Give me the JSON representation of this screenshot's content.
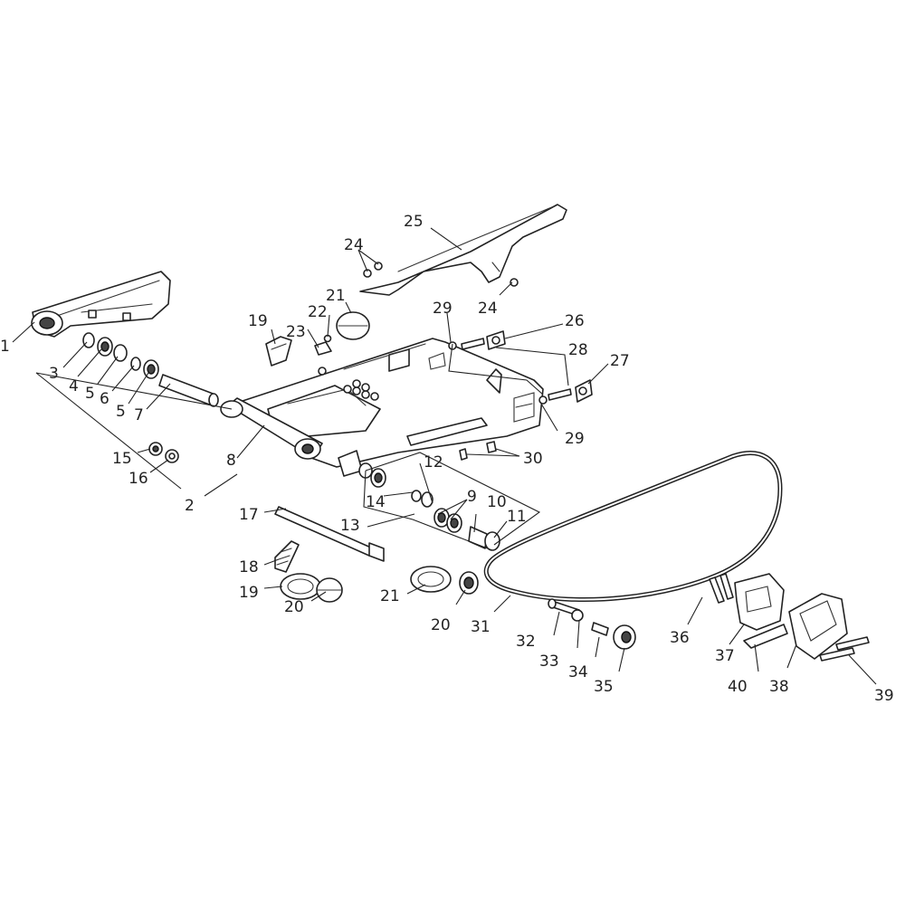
{
  "callouts": [
    {
      "id": "1",
      "text": "1"
    },
    {
      "id": "2",
      "text": "2"
    },
    {
      "id": "3",
      "text": "3"
    },
    {
      "id": "4",
      "text": "4"
    },
    {
      "id": "5a",
      "text": "5"
    },
    {
      "id": "5b",
      "text": "5"
    },
    {
      "id": "6",
      "text": "6"
    },
    {
      "id": "7",
      "text": "7"
    },
    {
      "id": "8",
      "text": "8"
    },
    {
      "id": "9",
      "text": "9"
    },
    {
      "id": "10",
      "text": "10"
    },
    {
      "id": "11",
      "text": "11"
    },
    {
      "id": "12",
      "text": "12"
    },
    {
      "id": "13",
      "text": "13"
    },
    {
      "id": "14",
      "text": "14"
    },
    {
      "id": "15",
      "text": "15"
    },
    {
      "id": "16",
      "text": "16"
    },
    {
      "id": "17",
      "text": "17"
    },
    {
      "id": "18",
      "text": "18"
    },
    {
      "id": "19a",
      "text": "19"
    },
    {
      "id": "19b",
      "text": "19"
    },
    {
      "id": "20a",
      "text": "20"
    },
    {
      "id": "20b",
      "text": "20"
    },
    {
      "id": "21a",
      "text": "21"
    },
    {
      "id": "21b",
      "text": "21"
    },
    {
      "id": "22",
      "text": "22"
    },
    {
      "id": "23",
      "text": "23"
    },
    {
      "id": "24a",
      "text": "24"
    },
    {
      "id": "24b",
      "text": "24"
    },
    {
      "id": "25",
      "text": "25"
    },
    {
      "id": "26",
      "text": "26"
    },
    {
      "id": "27",
      "text": "27"
    },
    {
      "id": "28",
      "text": "28"
    },
    {
      "id": "29a",
      "text": "29"
    },
    {
      "id": "29b",
      "text": "29"
    },
    {
      "id": "30",
      "text": "30"
    },
    {
      "id": "31",
      "text": "31"
    },
    {
      "id": "32",
      "text": "32"
    },
    {
      "id": "33",
      "text": "33"
    },
    {
      "id": "34",
      "text": "34"
    },
    {
      "id": "35",
      "text": "35"
    },
    {
      "id": "36",
      "text": "36"
    },
    {
      "id": "37",
      "text": "37"
    },
    {
      "id": "38",
      "text": "38"
    },
    {
      "id": "39",
      "text": "39"
    },
    {
      "id": "40",
      "text": "40"
    }
  ]
}
